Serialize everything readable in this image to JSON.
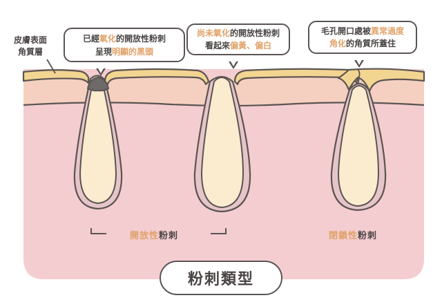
{
  "title": "粉刺類型",
  "colors": {
    "outline": "#5a5453",
    "stratum_corneum": "#f2d591",
    "epidermis": "#f5d0c0",
    "dermis": "#f4cdd0",
    "sebum_plug": "#fbebcf",
    "follicle_lining": "#e6c5c8",
    "oxidized_tip": "#6e6a6a",
    "highlight_text": "#e0a26a",
    "body_text": "#4a4444"
  },
  "labels": {
    "skin_surface": {
      "line1": "皮膚表面",
      "line2": "角質層"
    }
  },
  "bubbles": [
    {
      "id": "blackhead",
      "line1": [
        {
          "text": "已經",
          "highlight": false
        },
        {
          "text": "氧化",
          "highlight": true
        },
        {
          "text": "的開放性粉刺",
          "highlight": false
        }
      ],
      "line2": [
        {
          "text": "呈現",
          "highlight": false
        },
        {
          "text": "明顯的黑頭",
          "highlight": true
        }
      ]
    },
    {
      "id": "whitehead-open",
      "line1": [
        {
          "text": "尚未氧化",
          "highlight": true
        },
        {
          "text": "的開放性粉刺",
          "highlight": false
        }
      ],
      "line2": [
        {
          "text": "看起來",
          "highlight": false
        },
        {
          "text": "偏黃、偏白",
          "highlight": true
        }
      ]
    },
    {
      "id": "closed-comedone",
      "line1": [
        {
          "text": "毛孔開口處被",
          "highlight": false
        },
        {
          "text": "異常過度",
          "highlight": true
        }
      ],
      "line2": [
        {
          "text": "角化",
          "highlight": true
        },
        {
          "text": "的角質所蓋住",
          "highlight": false
        }
      ]
    }
  ],
  "types": [
    {
      "id": "open",
      "highlight": "開放性",
      "rest": "粉刺"
    },
    {
      "id": "closed",
      "highlight": "閉鎖性",
      "rest": "粉刺"
    }
  ]
}
